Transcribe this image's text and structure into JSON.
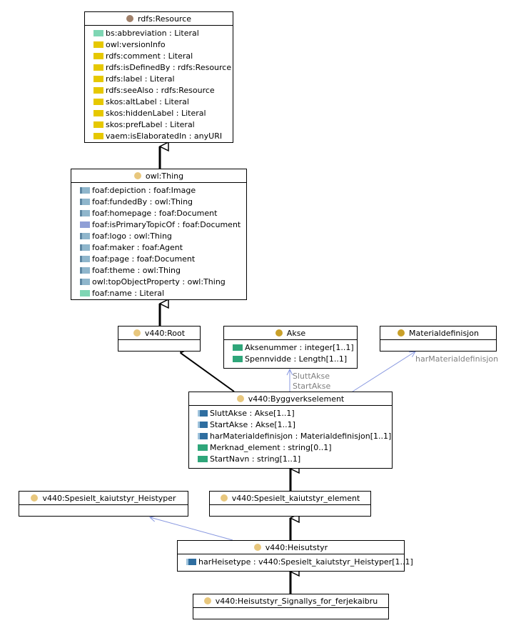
{
  "colors": {
    "resource_dot": "#a0806a",
    "thing_dot": "#e8c77d",
    "akse_dot": "#c9a029",
    "material_dot": "#c9a029",
    "subclass_line": "#000000",
    "range_line": "#8898e0",
    "label_grey": "#808080"
  },
  "classes": {
    "resource": {
      "title": "rdfs:Resource",
      "attrs": [
        {
          "icon": "dprop",
          "text": "bs:abbreviation : Literal"
        },
        {
          "icon": "ann",
          "text": "owl:versionInfo"
        },
        {
          "icon": "ann",
          "text": "rdfs:comment : Literal"
        },
        {
          "icon": "ann",
          "text": "rdfs:isDefinedBy : rdfs:Resource"
        },
        {
          "icon": "ann",
          "text": "rdfs:label : Literal"
        },
        {
          "icon": "ann",
          "text": "rdfs:seeAlso : rdfs:Resource"
        },
        {
          "icon": "ann",
          "text": "skos:altLabel : Literal"
        },
        {
          "icon": "ann",
          "text": "skos:hiddenLabel : Literal"
        },
        {
          "icon": "ann",
          "text": "skos:prefLabel : Literal"
        },
        {
          "icon": "ann",
          "text": "vaem:isElaboratedIn : anyURI"
        }
      ]
    },
    "thing": {
      "title": "owl:Thing",
      "attrs": [
        {
          "icon": "obj",
          "text": "foaf:depiction : foaf:Image"
        },
        {
          "icon": "obj",
          "text": "foaf:fundedBy : owl:Thing"
        },
        {
          "icon": "obj",
          "text": "foaf:homepage : foaf:Document"
        },
        {
          "icon": "obj2",
          "text": "foaf:isPrimaryTopicOf : foaf:Document"
        },
        {
          "icon": "obj",
          "text": "foaf:logo : owl:Thing"
        },
        {
          "icon": "obj",
          "text": "foaf:maker : foaf:Agent"
        },
        {
          "icon": "obj",
          "text": "foaf:page : foaf:Document"
        },
        {
          "icon": "obj",
          "text": "foaf:theme : owl:Thing"
        },
        {
          "icon": "obj",
          "text": "owl:topObjectProperty : owl:Thing"
        },
        {
          "icon": "dprop",
          "text": "foaf:name : Literal"
        }
      ]
    },
    "root": {
      "title": "v440:Root",
      "attrs": []
    },
    "akse": {
      "title": "Akse",
      "attrs": [
        {
          "icon": "dtype",
          "text": "Aksenummer : integer[1..1]"
        },
        {
          "icon": "dtype",
          "text": "Spennvidde : Length[1..1]"
        }
      ]
    },
    "material": {
      "title": "Materialdefinisjon",
      "attrs": []
    },
    "bygg": {
      "title": "v440:Byggverkselement",
      "attrs": [
        {
          "icon": "objdk",
          "text": "SluttAkse : Akse[1..1]"
        },
        {
          "icon": "objdk",
          "text": "StartAkse : Akse[1..1]"
        },
        {
          "icon": "objdk",
          "text": "harMaterialdefinisjon : Materialdefinisjon[1..1]"
        },
        {
          "icon": "dtype",
          "text": "Merknad_element : string[0..1]"
        },
        {
          "icon": "dtype",
          "text": "StartNavn : string[1..1]"
        }
      ]
    },
    "heistyper": {
      "title": "v440:Spesielt_kaiutstyr_Heistyper",
      "attrs": []
    },
    "kaielement": {
      "title": "v440:Spesielt_kaiutstyr_element",
      "attrs": []
    },
    "heisutstyr": {
      "title": "v440:Heisutstyr",
      "attrs": [
        {
          "icon": "objdk",
          "text": "harHeisetype : v440:Spesielt_kaiutstyr_Heistyper[1..1]"
        }
      ]
    },
    "signallys": {
      "title": "v440:Heisutstyr_Signallys_for_ferjekaibru",
      "attrs": []
    }
  },
  "edge_labels": {
    "slutt": "SluttAkse",
    "start": "StartAkse",
    "material": "harMaterialdefinisjon"
  }
}
